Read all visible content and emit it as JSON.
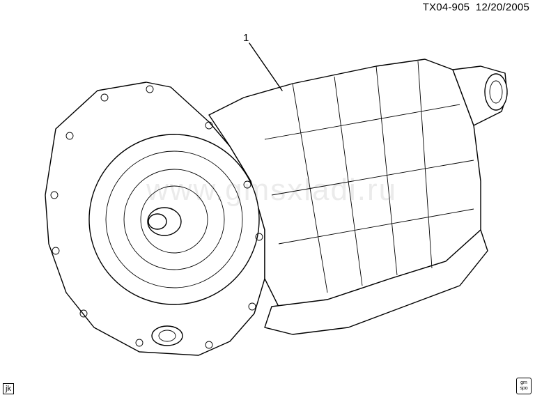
{
  "header": {
    "code": "TX04-905",
    "date": "12/20/2005"
  },
  "callout": {
    "number": "1"
  },
  "footer": {
    "initials": "jk",
    "logo_top": "gm",
    "logo_bottom": "spo"
  },
  "watermark": {
    "text": "www.gmsxladi.ru"
  }
}
